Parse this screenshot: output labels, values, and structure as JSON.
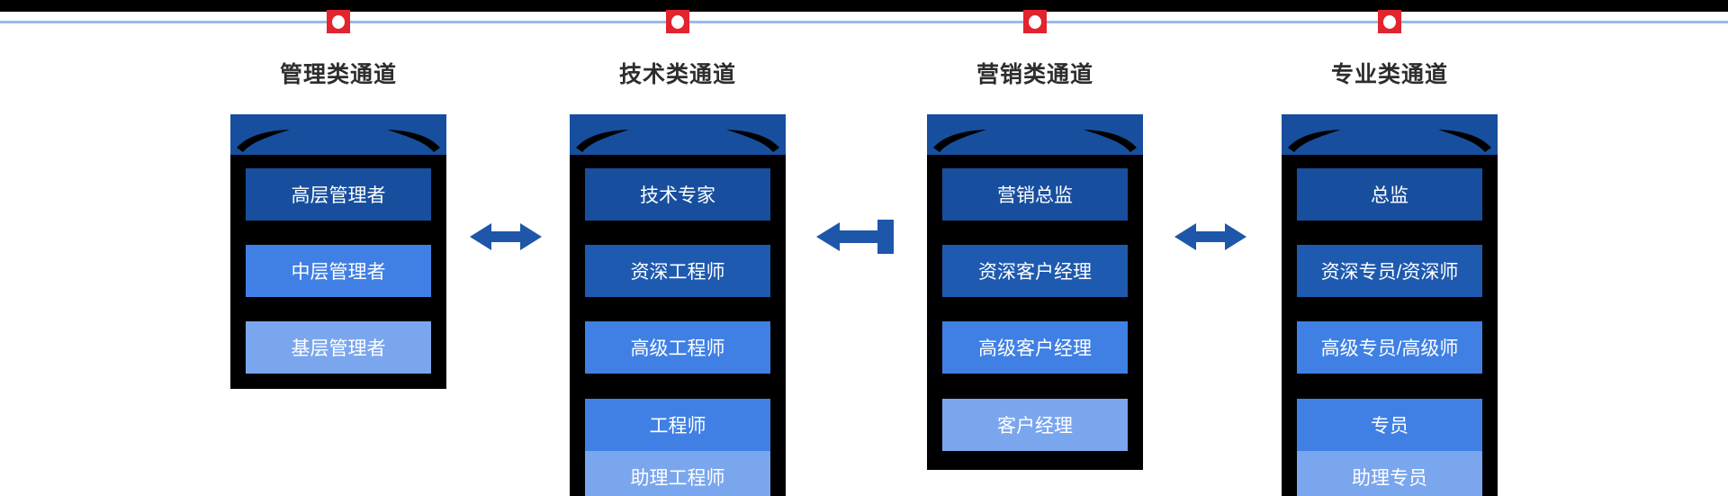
{
  "palette": {
    "level-dark": "#174F9E",
    "level-dark2": "#1E5AB0",
    "level-medium": "#4080E5",
    "level-light": "#7AA6EE",
    "arrow-blue": "#1E56AA",
    "frame-black": "#000000",
    "timeline-blue": "#96BAF2",
    "marker-red": "#E2242E",
    "title-text": "#2D2D2D",
    "level-text": "#FFFFFF"
  },
  "channels": [
    {
      "title": "管理类通道",
      "levels": [
        {
          "label": "高层管理者",
          "shade": "dark"
        },
        {
          "label": "中层管理者",
          "shade": "medium"
        },
        {
          "label": "基层管理者",
          "shade": "light"
        }
      ]
    },
    {
      "title": "技术类通道",
      "levels": [
        {
          "label": "技术专家",
          "shade": "dark"
        },
        {
          "label": "资深工程师",
          "shade": "dark2"
        },
        {
          "label": "高级工程师",
          "shade": "medium"
        },
        {
          "label": "工程师",
          "shade": "medium"
        },
        {
          "label": "助理工程师",
          "shade": "light"
        }
      ]
    },
    {
      "title": "营销类通道",
      "levels": [
        {
          "label": "营销总监",
          "shade": "dark"
        },
        {
          "label": "资深客户经理",
          "shade": "dark2"
        },
        {
          "label": "高级客户经理",
          "shade": "medium"
        },
        {
          "label": "客户经理",
          "shade": "light"
        }
      ]
    },
    {
      "title": "专业类通道",
      "levels": [
        {
          "label": "总监",
          "shade": "dark"
        },
        {
          "label": "资深专员/资深师",
          "shade": "dark2"
        },
        {
          "label": "高级专员/高级师",
          "shade": "medium"
        },
        {
          "label": "专员",
          "shade": "medium"
        },
        {
          "label": "助理专员",
          "shade": "light"
        }
      ]
    }
  ],
  "arrows": [
    {
      "between": "管理类通道-技术类通道",
      "type": "double-headed"
    },
    {
      "between": "技术类通道-营销类通道",
      "type": "left-tailed"
    },
    {
      "between": "营销类通道-专业类通道",
      "type": "double-headed"
    }
  ]
}
